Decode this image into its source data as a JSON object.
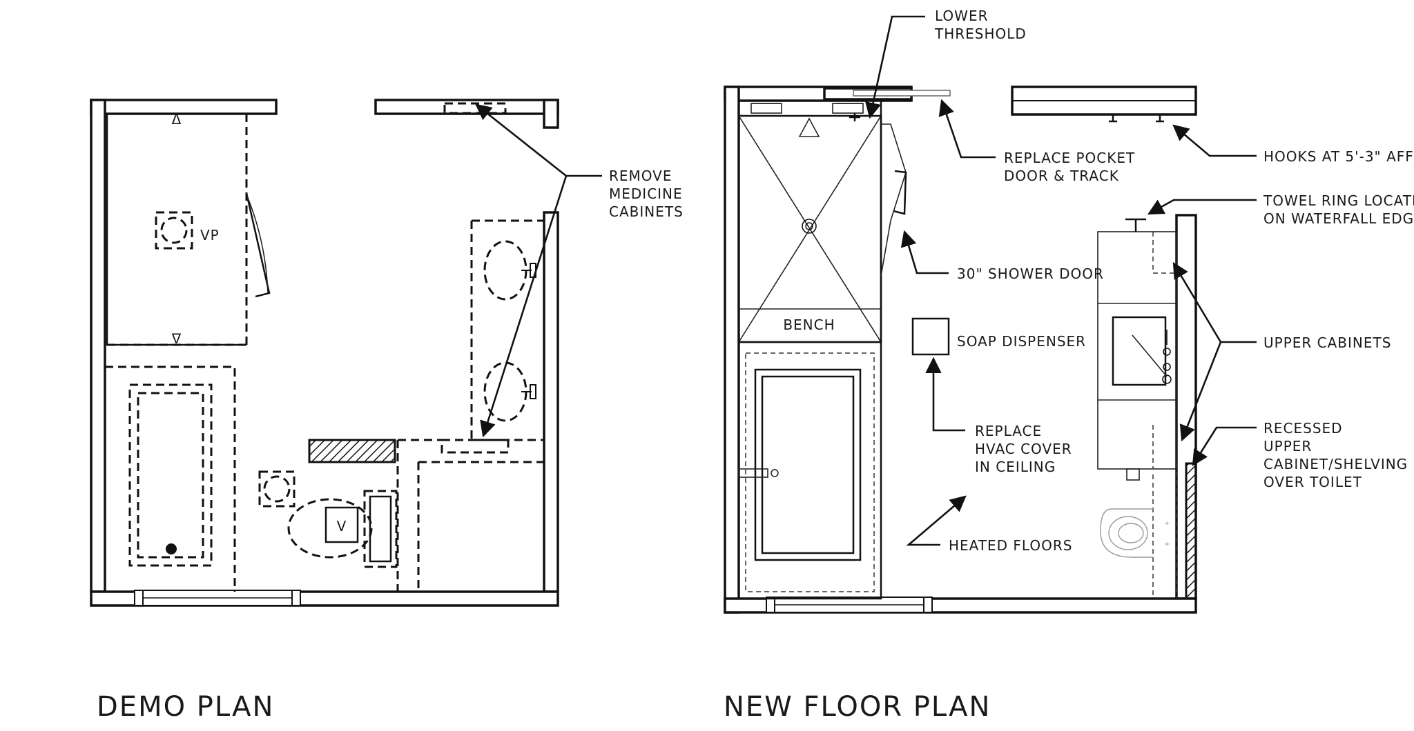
{
  "titles": {
    "demo": "DEMO PLAN",
    "new": "NEW FLOOR PLAN"
  },
  "demo_plan": {
    "fixture_vp": "VP",
    "fixture_v": "V",
    "callout_remove": [
      "REMOVE",
      "MEDICINE",
      "CABINETS"
    ]
  },
  "new_plan": {
    "bench": "BENCH",
    "callout_lower_threshold": [
      "LOWER",
      "THRESHOLD"
    ],
    "callout_pocket_door": [
      "REPLACE POCKET",
      "DOOR & TRACK"
    ],
    "callout_hooks": "HOOKS AT 5'-3\" AFF",
    "callout_towel_ring": [
      "TOWEL RING LOCATED",
      "ON WATERFALL EDGE"
    ],
    "callout_shower_door": "30\" SHOWER DOOR",
    "callout_soap": "SOAP DISPENSER",
    "callout_upper_cabinets": "UPPER CABINETS",
    "callout_hvac": [
      "REPLACE",
      "HVAC COVER",
      "IN CEILING"
    ],
    "callout_recessed": [
      "RECESSED",
      "UPPER",
      "CABINET/SHELVING",
      "OVER TOILET"
    ],
    "callout_heated": "HEATED FLOORS"
  }
}
